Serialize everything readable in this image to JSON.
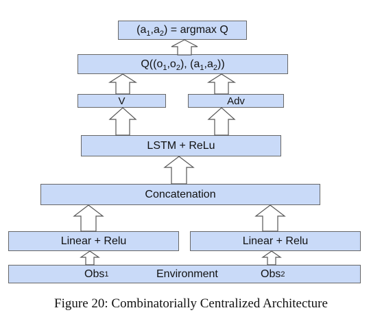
{
  "diagram": {
    "output_box": "(a1,a2) = argmax Q",
    "q_box": "Q((o1,o2), (a1,a2))",
    "v_box": "V",
    "adv_box": "Adv",
    "lstm_box": "LSTM + ReLu",
    "concat_box": "Concatenation",
    "linear_left": "Linear + Relu",
    "linear_right": "Linear + Relu",
    "env": {
      "obs1": "Obs",
      "obs1_sub": "1",
      "label": "Environment",
      "obs2": "Obs",
      "obs2_sub": "2"
    }
  },
  "q_parts": {
    "o": "o",
    "sub1": "1",
    "sub2": "2",
    "a": "a"
  },
  "caption": "Figure 20: Combinatorially Centralized Architecture",
  "colors": {
    "box_fill": "#c9daf8",
    "box_border": "#666666",
    "arrow_fill": "#ffffff"
  }
}
